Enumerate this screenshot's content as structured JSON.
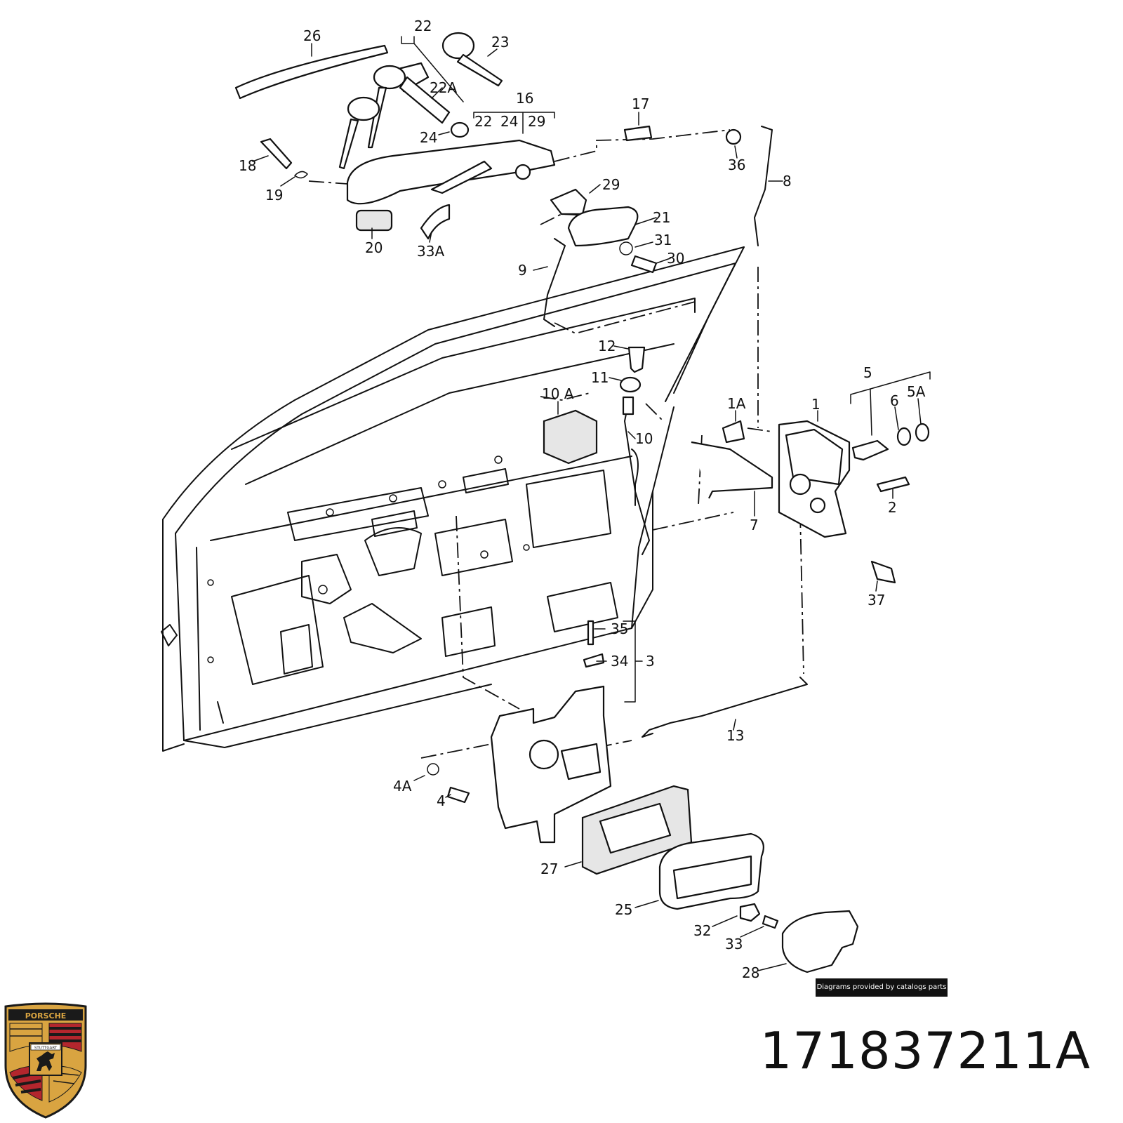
{
  "callouts": [
    "26",
    "22",
    "23",
    "22A",
    "16",
    "22",
    "24",
    "29",
    "24",
    "17",
    "18",
    "19",
    "36",
    "8",
    "29",
    "21",
    "20",
    "33A",
    "31",
    "30",
    "9",
    "12",
    "11",
    "10 A",
    "10",
    "1A",
    "1",
    "5",
    "6",
    "5A",
    "2",
    "7",
    "37",
    "35",
    "34",
    "3",
    "13",
    "4A",
    "4",
    "27",
    "25",
    "32",
    "33",
    "28"
  ],
  "credit_text": "Diagrams provided by catalogs parts",
  "part_number": "171837211A",
  "brand_logo": {
    "name": "PORSCHE",
    "city": "STUTTGART"
  },
  "colors": {
    "ink": "#111111",
    "shield_red": "#b3262d",
    "shield_gold": "#d9a441",
    "shield_black": "#1a1a1a"
  }
}
